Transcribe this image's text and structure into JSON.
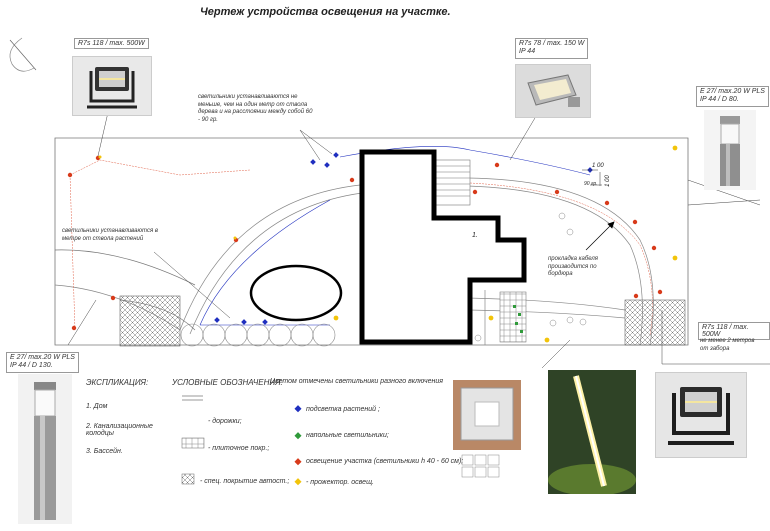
{
  "title": "Чертеж устройства освещения на участке.",
  "notes": {
    "trees": "светильники устанавливаются не меньше, чем на один метр от ствола дерева и на расстоянии между собой 60 - 90 гр.",
    "plants": "светильники устанавливаются в метре от ствола растений",
    "cable": "прокладка кабеля производится по бордюра",
    "fence": "не менее 2 метров от забора"
  },
  "specs": {
    "left_top": "R7s 118 / max. 500W",
    "center_top": "R7s 78 / max. 150 W",
    "center_top_ip": "IP 44",
    "right_top_1": "E 27/ max.20 W PLS",
    "right_top_2": "IP 44  / D 80.",
    "left_bottom_1": "E 27/ max.20 W PLS",
    "left_bottom_2": "IP 44  / D 130.",
    "right_bottom": "R7s 118 / max. 500W"
  },
  "plan": {
    "house_label": "1.",
    "dim_1": "1 00",
    "dim_2": "1 00",
    "dim_3": "90 гр."
  },
  "explication": {
    "heading": "ЭКСПЛИКАЦИЯ:",
    "items": [
      "1.  Дом",
      "2.  Канализационные колодцы",
      "3.  Бассейн."
    ]
  },
  "legend": {
    "heading": "УСЛОВНЫЕ ОБОЗНАЧЕНИЯ:",
    "subheading": "Цветом отмечены светильники разного включения",
    "paths": "- дорожки;",
    "tiles": "- плиточное покр.;",
    "special": "- спец. покрытие автост.;",
    "plants": "подсветка растений ;",
    "floor": "напольные светильники;",
    "area": "освещение участка (светильники h 40 - 60 см);",
    "projector": "- прожектор. освещ."
  },
  "colors": {
    "blue": "#1f2fbf",
    "red": "#d83a1a",
    "yellow": "#f2c40a",
    "green": "#2f9a3a",
    "wall": "#000000"
  }
}
